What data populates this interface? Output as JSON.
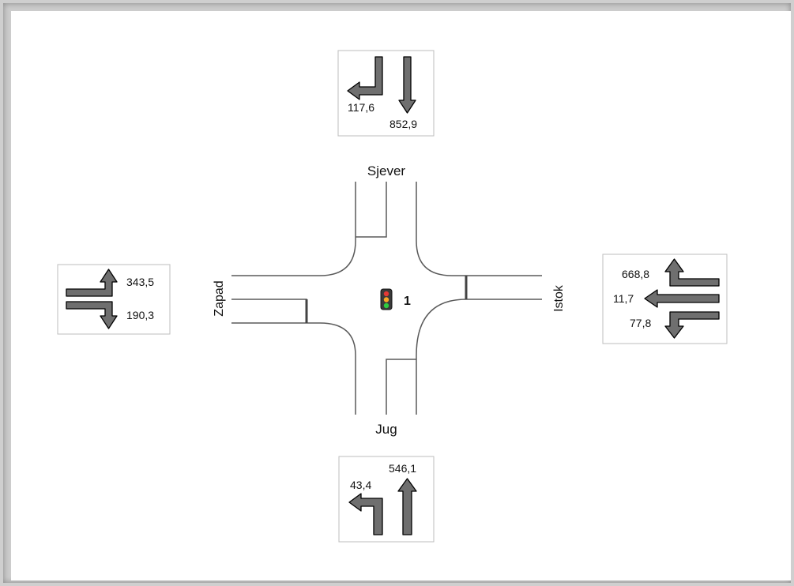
{
  "intersection": {
    "approaches": {
      "north": {
        "name": "Sjever"
      },
      "south": {
        "name": "Jug"
      },
      "west": {
        "name": "Zapad"
      },
      "east": {
        "name": "Istok"
      }
    },
    "signal": {
      "id": "1"
    }
  },
  "flows": {
    "north": {
      "left": "117,6",
      "through": "852,9"
    },
    "south": {
      "left": "43,4",
      "through": "546,1"
    },
    "west": {
      "left": "343,5",
      "right": "190,3"
    },
    "east": {
      "right": "668,8",
      "through": "11,7",
      "left": "77,8"
    }
  },
  "colors": {
    "arrow_fill": "#6f6f6f",
    "arrow_stroke": "#000000",
    "road_line": "#5a5a5a",
    "panel_border": "#bdbdbd",
    "signal_red": "#e53935",
    "signal_yellow": "#f9a825",
    "signal_green": "#2ecc40"
  }
}
